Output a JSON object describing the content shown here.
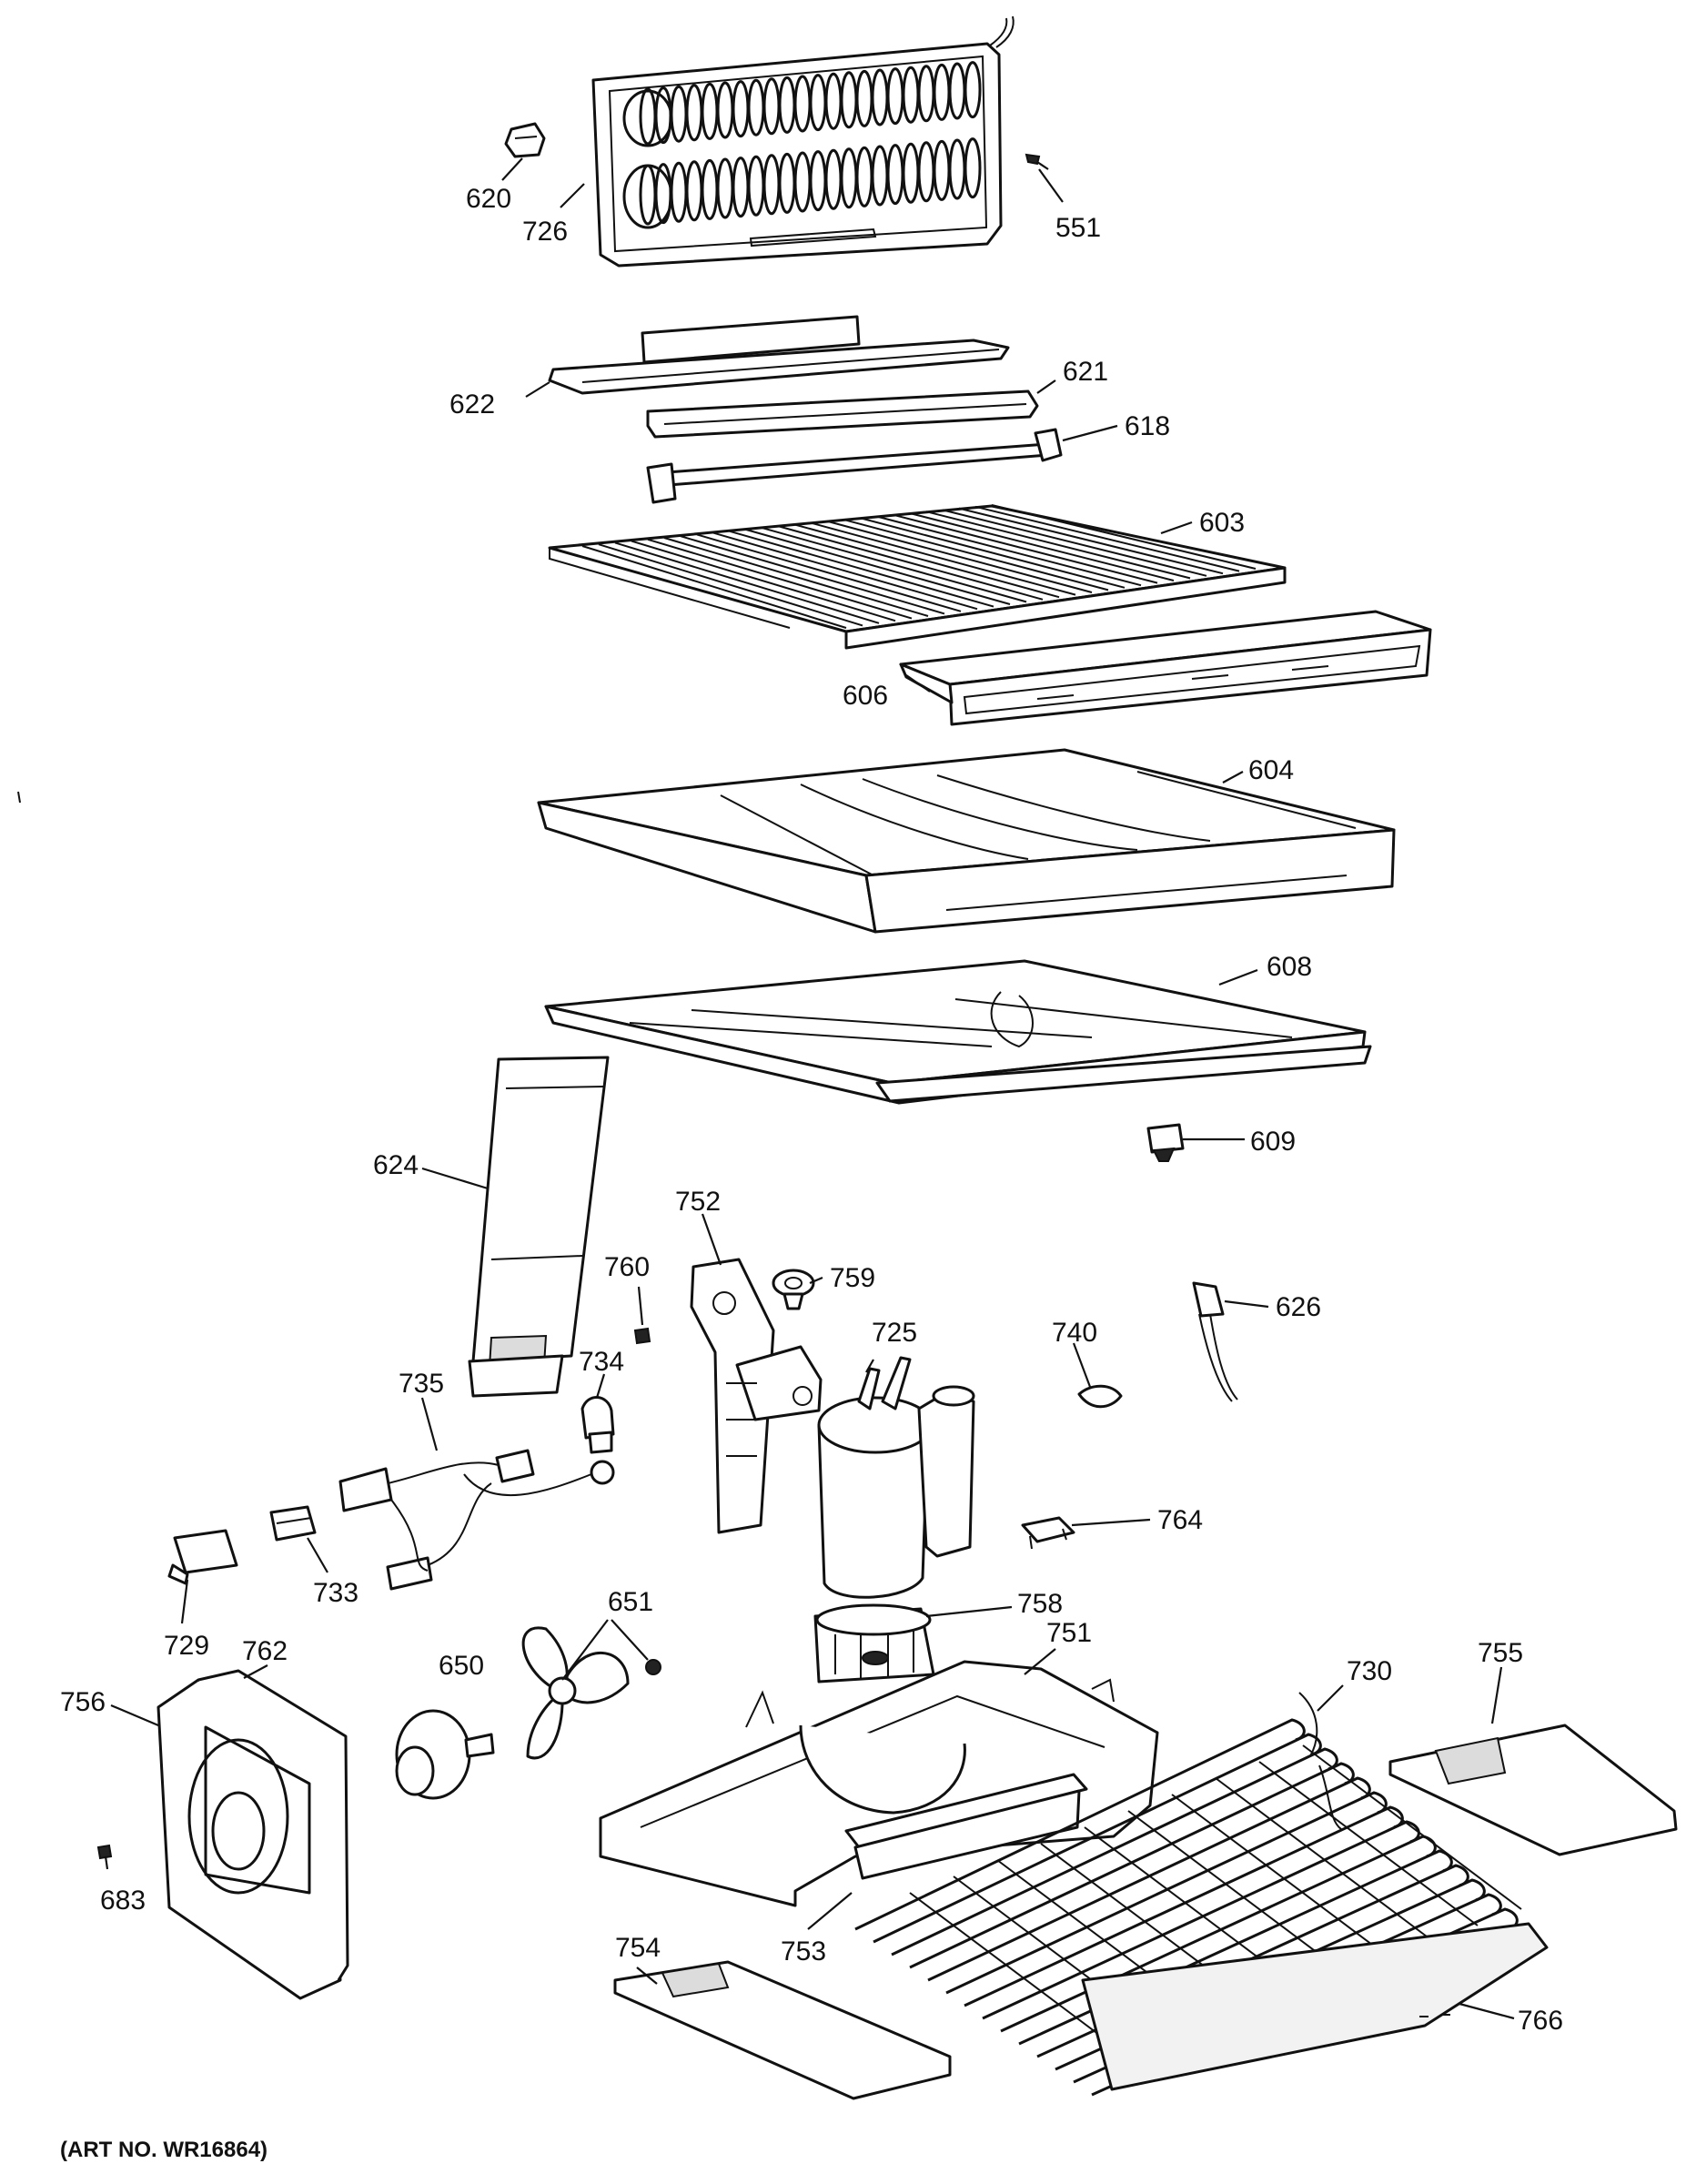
{
  "callouts": {
    "c620": "620",
    "c726": "726",
    "c551": "551",
    "c622": "622",
    "c621": "621",
    "c618": "618",
    "c603": "603",
    "c606": "606",
    "c604": "604",
    "c608": "608",
    "c609": "609",
    "c624": "624",
    "c752": "752",
    "c760": "760",
    "c759": "759",
    "c626": "626",
    "c740": "740",
    "c725": "725",
    "c735": "735",
    "c734": "734",
    "c764": "764",
    "c733": "733",
    "c729": "729",
    "c762": "762",
    "c651": "651",
    "c758": "758",
    "c751": "751",
    "c730": "730",
    "c755": "755",
    "c756": "756",
    "c650": "650",
    "c683": "683",
    "c753": "753",
    "c754": "754",
    "c766": "766"
  },
  "footer": {
    "art_number": "(ART NO. WR16864)"
  }
}
